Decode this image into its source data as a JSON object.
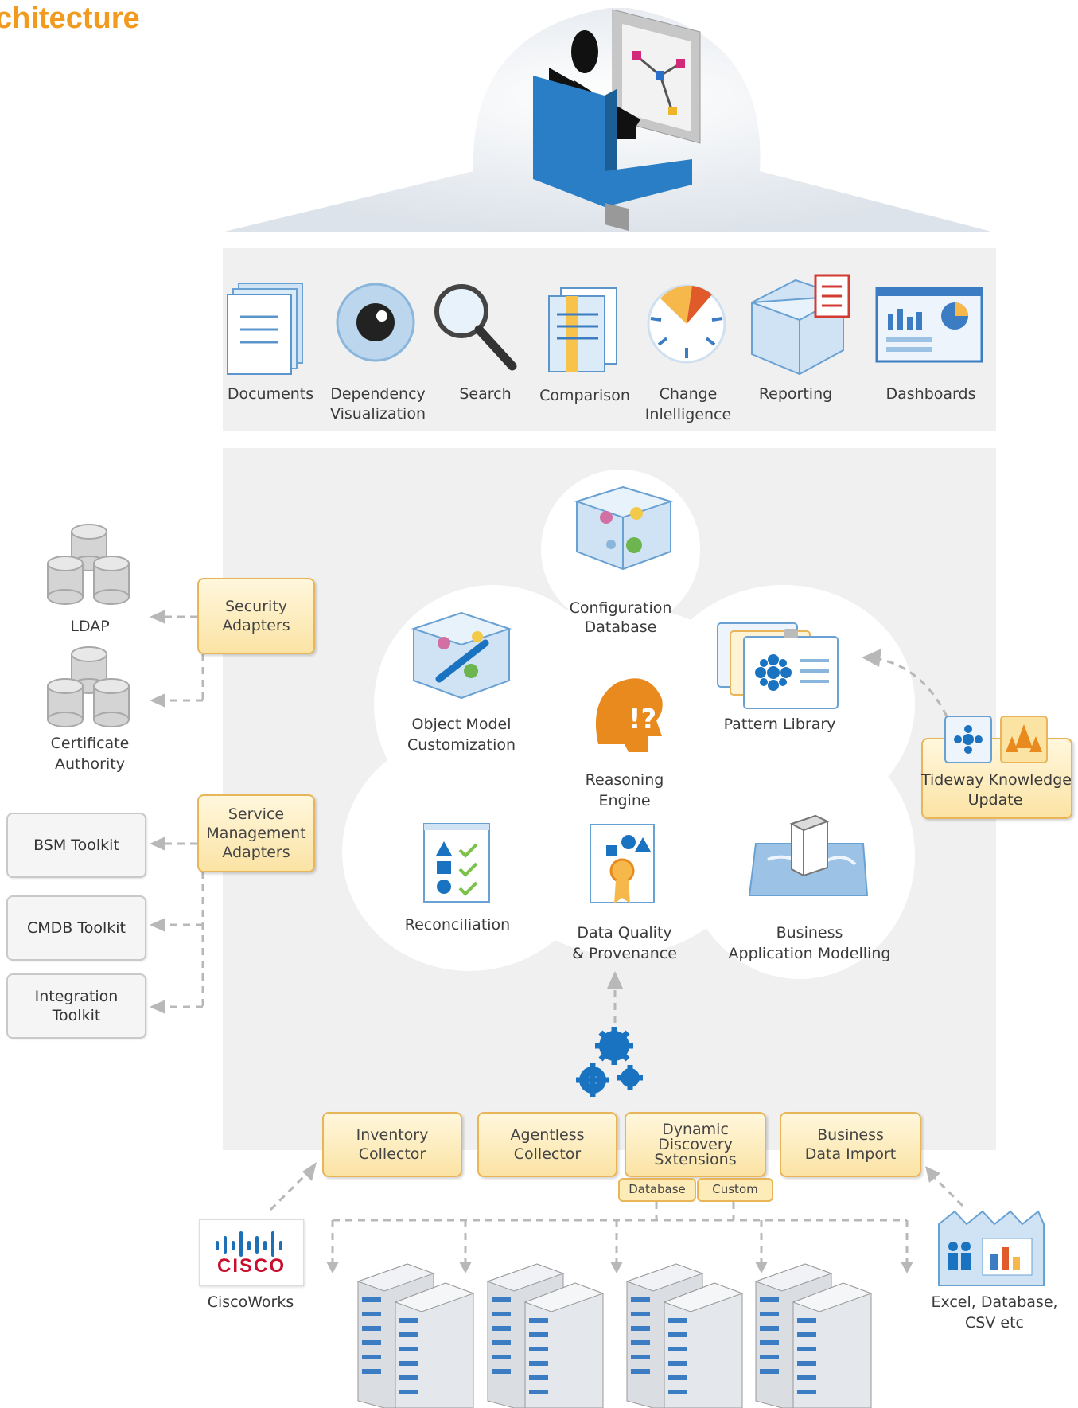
{
  "header": {
    "title": "chitecture"
  },
  "tools": [
    {
      "line1": "Documents",
      "line2": ""
    },
    {
      "line1": "Dependency",
      "line2": "Visualization"
    },
    {
      "line1": "Search",
      "line2": ""
    },
    {
      "line1": "Comparison",
      "line2": ""
    },
    {
      "line1": "Change",
      "line2": "Inlelligence"
    },
    {
      "line1": "Reporting",
      "line2": ""
    },
    {
      "line1": "Dashboards",
      "line2": ""
    }
  ],
  "core": {
    "cmdb": {
      "line1": "Configuration",
      "line2": "Database"
    },
    "object_model": {
      "line1": "Object Model",
      "line2": "Customization"
    },
    "pattern_library": {
      "line1": "Pattern Library"
    },
    "reasoning": {
      "line1": "Reasoning",
      "line2": "Engine"
    },
    "reconciliation": {
      "line1": "Reconciliation"
    },
    "data_quality": {
      "line1": "Data Quality",
      "line2": "& Provenance"
    },
    "business_app": {
      "line1": "Business",
      "line2": "Application Modelling"
    }
  },
  "left": {
    "ldap": "LDAP",
    "cert": {
      "line1": "Certificate",
      "line2": "Authority"
    },
    "security_adapters": {
      "line1": "Security",
      "line2": "Adapters"
    },
    "service_mgmt": {
      "line1": "Service",
      "line2": "Management",
      "line3": "Adapters"
    },
    "bsm": "BSM Toolkit",
    "cmdb_toolkit": "CMDB Toolkit",
    "integration": {
      "line1": "Integration",
      "line2": "Toolkit"
    }
  },
  "right": {
    "tideway": {
      "line1": "Tideway Knowledge",
      "line2": "Update"
    },
    "excel": {
      "line1": "Excel, Database,",
      "line2": "CSV etc"
    }
  },
  "collectors": {
    "inventory": {
      "line1": "Inventory",
      "line2": "Collector"
    },
    "agentless": {
      "line1": "Agentless",
      "line2": "Collector"
    },
    "dynamic": {
      "line1": "Dynamic",
      "line2": "Discovery",
      "line3": "Sxtensions"
    },
    "business_import": {
      "line1": "Business",
      "line2": "Data Import"
    },
    "tag_database": "Database",
    "tag_custom": "Custom"
  },
  "cisco": {
    "logo": "CISCO",
    "caption": "CiscoWorks"
  },
  "colors": {
    "accent": "#f29a1e",
    "box_border": "#e9b559",
    "panel": "#f0f0f0",
    "icon_blue": "#1a73c0",
    "arrow": "#b8b8b8"
  }
}
